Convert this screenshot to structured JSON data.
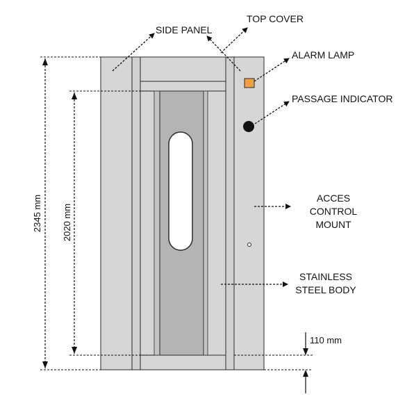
{
  "labels": {
    "side_panel": "SIDE PANEL",
    "top_cover": "TOP COVER",
    "alarm_lamp": "ALARM LAMP",
    "passage_indicator": "PASSAGE INDICATOR",
    "acces_control_mount": [
      "ACCES",
      "CONTROL",
      "MOUNT"
    ],
    "stainless_steel_body": [
      "STAINLESS",
      "STEEL BODY"
    ]
  },
  "dimensions": {
    "overall_height": "2345 mm",
    "passage_height": "2020 mm",
    "bottom_height": "110 mm"
  },
  "colors": {
    "body": "#d6d6d6",
    "door_panel": "#b4b4b4",
    "outline": "#2a2a2a",
    "window": "#ffffff",
    "alarm_lamp": "#f0a040",
    "indicator": "#111111"
  }
}
